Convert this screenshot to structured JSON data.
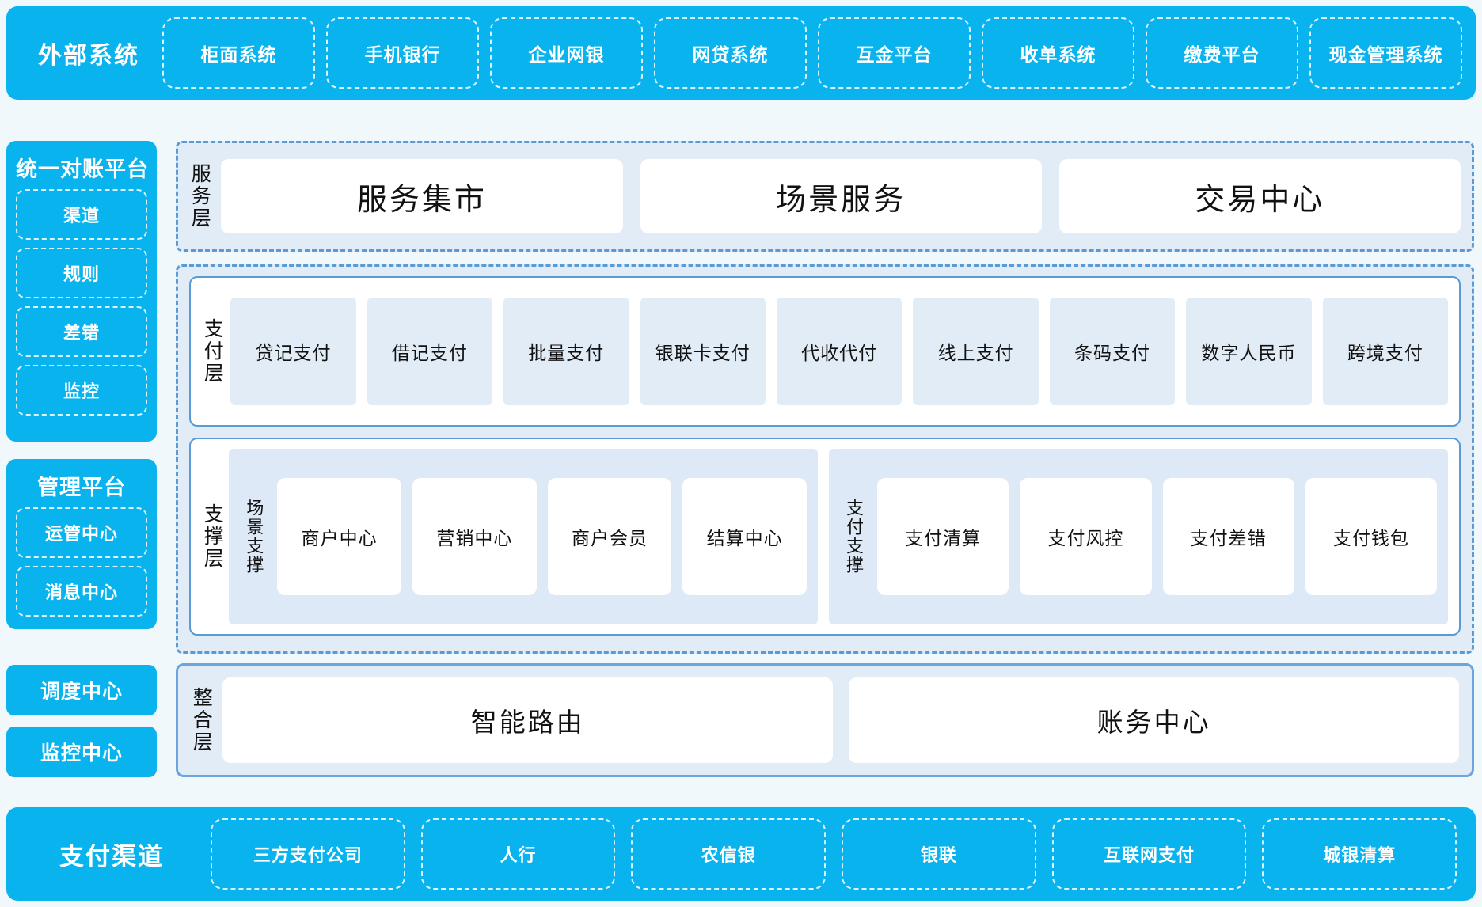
{
  "external": {
    "title": "外部系统",
    "items": [
      {
        "label": "柜面系统"
      },
      {
        "label": "手机银行"
      },
      {
        "label": "企业网银"
      },
      {
        "label": "网贷系统"
      },
      {
        "label": "互金平台"
      },
      {
        "label": "收单系统"
      },
      {
        "label": "缴费平台"
      },
      {
        "label": "现金管理系统"
      }
    ]
  },
  "sidebar": {
    "reconciliation": {
      "title": "统一对账平台",
      "items": [
        {
          "label": "渠道"
        },
        {
          "label": "规则"
        },
        {
          "label": "差错"
        },
        {
          "label": "监控"
        }
      ]
    },
    "management": {
      "title": "管理平台",
      "items": [
        {
          "label": "运管中心"
        },
        {
          "label": "消息中心"
        }
      ]
    },
    "standalone": [
      {
        "label": "调度中心"
      },
      {
        "label": "监控中心"
      }
    ]
  },
  "service_layer": {
    "label": "服务层",
    "items": [
      {
        "label": "服务集市"
      },
      {
        "label": "场景服务"
      },
      {
        "label": "交易中心"
      }
    ]
  },
  "payment_layer": {
    "label": "支付层",
    "items": [
      {
        "label": "贷记支付"
      },
      {
        "label": "借记支付"
      },
      {
        "label": "批量支付"
      },
      {
        "label": "银联卡支付"
      },
      {
        "label": "代收代付"
      },
      {
        "label": "线上支付"
      },
      {
        "label": "条码支付"
      },
      {
        "label": "数字人民币"
      },
      {
        "label": "跨境支付"
      }
    ]
  },
  "support_layer": {
    "label": "支撑层",
    "groups": [
      {
        "label": "场景支撑",
        "items": [
          {
            "label": "商户中心"
          },
          {
            "label": "营销中心"
          },
          {
            "label": "商户会员"
          },
          {
            "label": "结算中心"
          }
        ]
      },
      {
        "label": "支付支撑",
        "items": [
          {
            "label": "支付清算"
          },
          {
            "label": "支付风控"
          },
          {
            "label": "支付差错"
          },
          {
            "label": "支付钱包"
          }
        ]
      }
    ]
  },
  "integration_layer": {
    "label": "整合层",
    "items": [
      {
        "label": "智能路由"
      },
      {
        "label": "账务中心"
      }
    ]
  },
  "channels": {
    "title": "支付渠道",
    "items": [
      {
        "label": "三方支付公司"
      },
      {
        "label": "人行"
      },
      {
        "label": "农信银"
      },
      {
        "label": "银联"
      },
      {
        "label": "互联网支付"
      },
      {
        "label": "城银清算"
      }
    ]
  },
  "colors": {
    "accent": "#08b3ee",
    "panel_bg": "#e2ecf7",
    "panel_border": "#5b9bd5",
    "page_bg": "#f1f8fc"
  }
}
